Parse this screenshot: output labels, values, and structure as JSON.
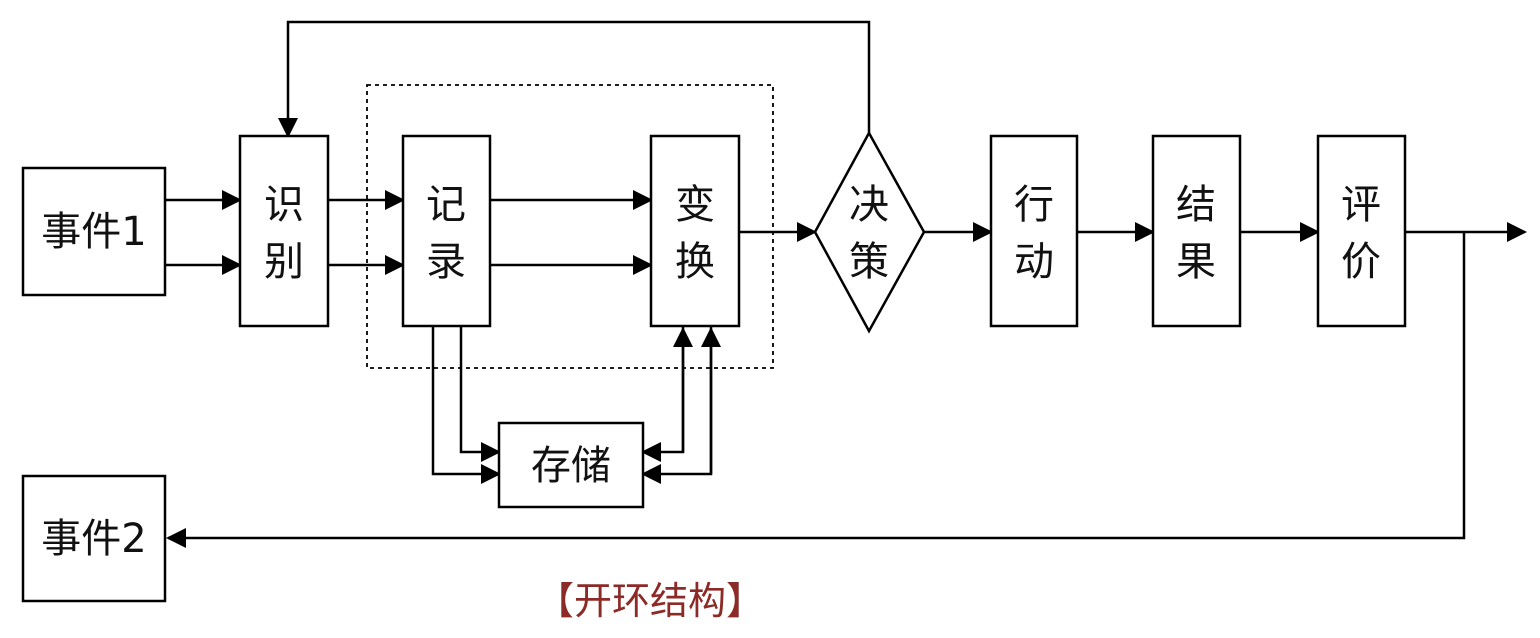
{
  "nodes": {
    "event1": "事件1",
    "event2": "事件2",
    "recognize": [
      "识",
      "别"
    ],
    "record": [
      "记",
      "录"
    ],
    "transform": [
      "变",
      "换"
    ],
    "decision": [
      "决",
      "策"
    ],
    "action": [
      "行",
      "动"
    ],
    "result": [
      "结",
      "果"
    ],
    "evaluate": [
      "评",
      "价"
    ],
    "storage": "存储"
  },
  "caption": "【开环结构】",
  "colors": {
    "stroke": "#000000",
    "text": "#111111",
    "caption": "#8b2a26"
  }
}
